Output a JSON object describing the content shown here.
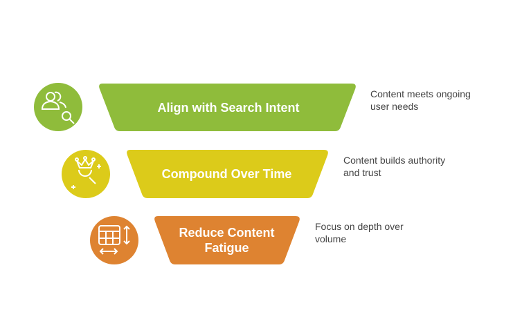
{
  "colors": {
    "level1": "#8FBC3B",
    "level2": "#DCCB1A",
    "level3": "#DE8331"
  },
  "levels": [
    {
      "title": "Align with Search Intent",
      "description": "Content meets ongoing user needs",
      "icon": "users-search-icon"
    },
    {
      "title": "Compound Over Time",
      "description": "Content builds authority and trust",
      "icon": "crown-search-icon"
    },
    {
      "title": "Reduce Content Fatigue",
      "description": "Focus on depth over volume",
      "icon": "table-resize-icon"
    }
  ]
}
